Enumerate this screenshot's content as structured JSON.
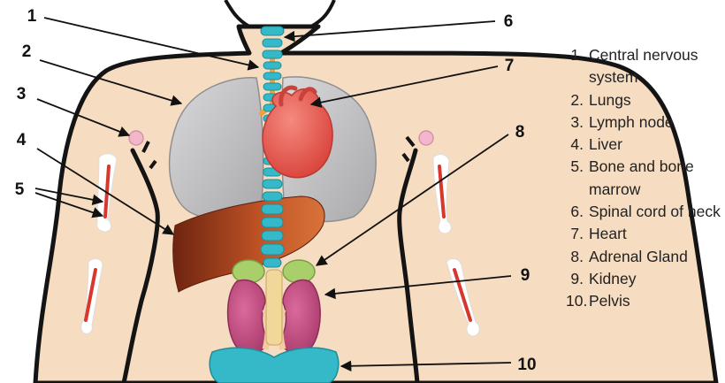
{
  "callouts": [
    "1",
    "2",
    "3",
    "4",
    "5",
    "6",
    "7",
    "8",
    "9",
    "10"
  ],
  "legend": [
    {
      "num": "1.",
      "label": "Central nervous system"
    },
    {
      "num": "2.",
      "label": "Lungs"
    },
    {
      "num": "3.",
      "label": "Lymph node"
    },
    {
      "num": "4.",
      "label": "Liver"
    },
    {
      "num": "5.",
      "label": "Bone and bone marrow"
    },
    {
      "num": "6.",
      "label": "Spinal cord of neck"
    },
    {
      "num": "7.",
      "label": "Heart"
    },
    {
      "num": "8.",
      "label": "Adrenal Gland"
    },
    {
      "num": "9.",
      "label": "Kidney"
    },
    {
      "num": "10.",
      "label": "Pelvis"
    }
  ],
  "colors": {
    "skin": "#f6dcc0",
    "outline": "#141414",
    "lungs": "#c4c4c6",
    "heart": "#ea5a52",
    "liver": "#b5461f",
    "spine": "#35b8c8",
    "adrenal": "#a9cf6a",
    "kidney": "#c84f86",
    "pelvis": "#35b8c8",
    "bone_marrow": "#d8372e",
    "lymph_node": "#f2b7cc",
    "nerve": "#f0a23a"
  }
}
